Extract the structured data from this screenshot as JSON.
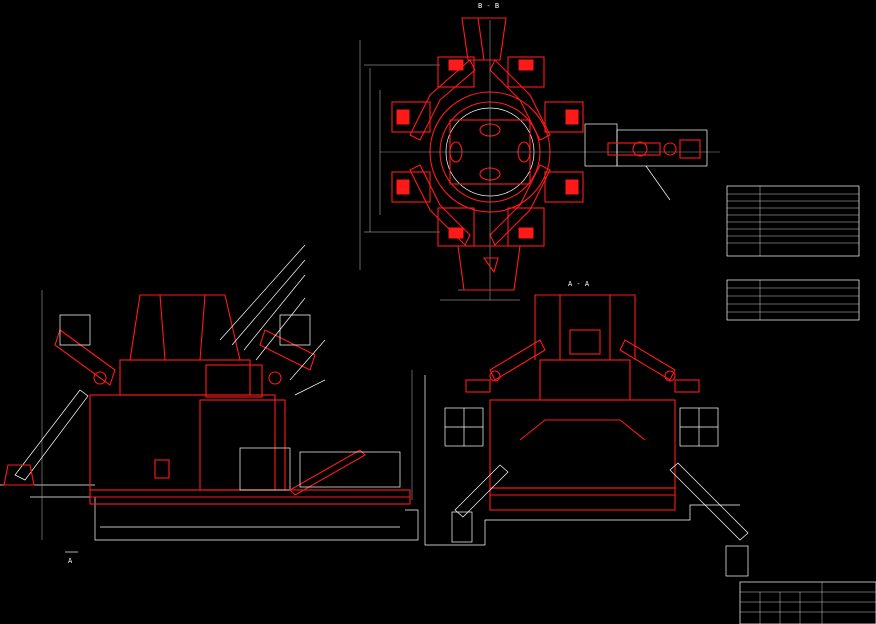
{
  "drawing": {
    "section_top": "B - B",
    "section_right": "A - A",
    "side_mark": "A",
    "top_view_callouts": [
      "",
      "",
      "",
      "",
      "",
      ""
    ],
    "left_view_callouts": [
      "",
      "",
      "",
      "",
      "",
      "",
      "",
      "",
      "",
      "",
      "",
      "",
      "",
      "",
      "",
      "",
      ""
    ],
    "tech_table_rows": [
      "",
      "",
      "",
      "",
      "",
      "",
      "",
      "",
      ""
    ],
    "tech_table2_rows": [
      "",
      "",
      "",
      ""
    ],
    "title_block": {
      "top_right": "",
      "name": "",
      "description": ""
    }
  },
  "colors": {
    "background": "#000000",
    "structure": "#ff1a1a",
    "annotation": "#ffffff"
  }
}
